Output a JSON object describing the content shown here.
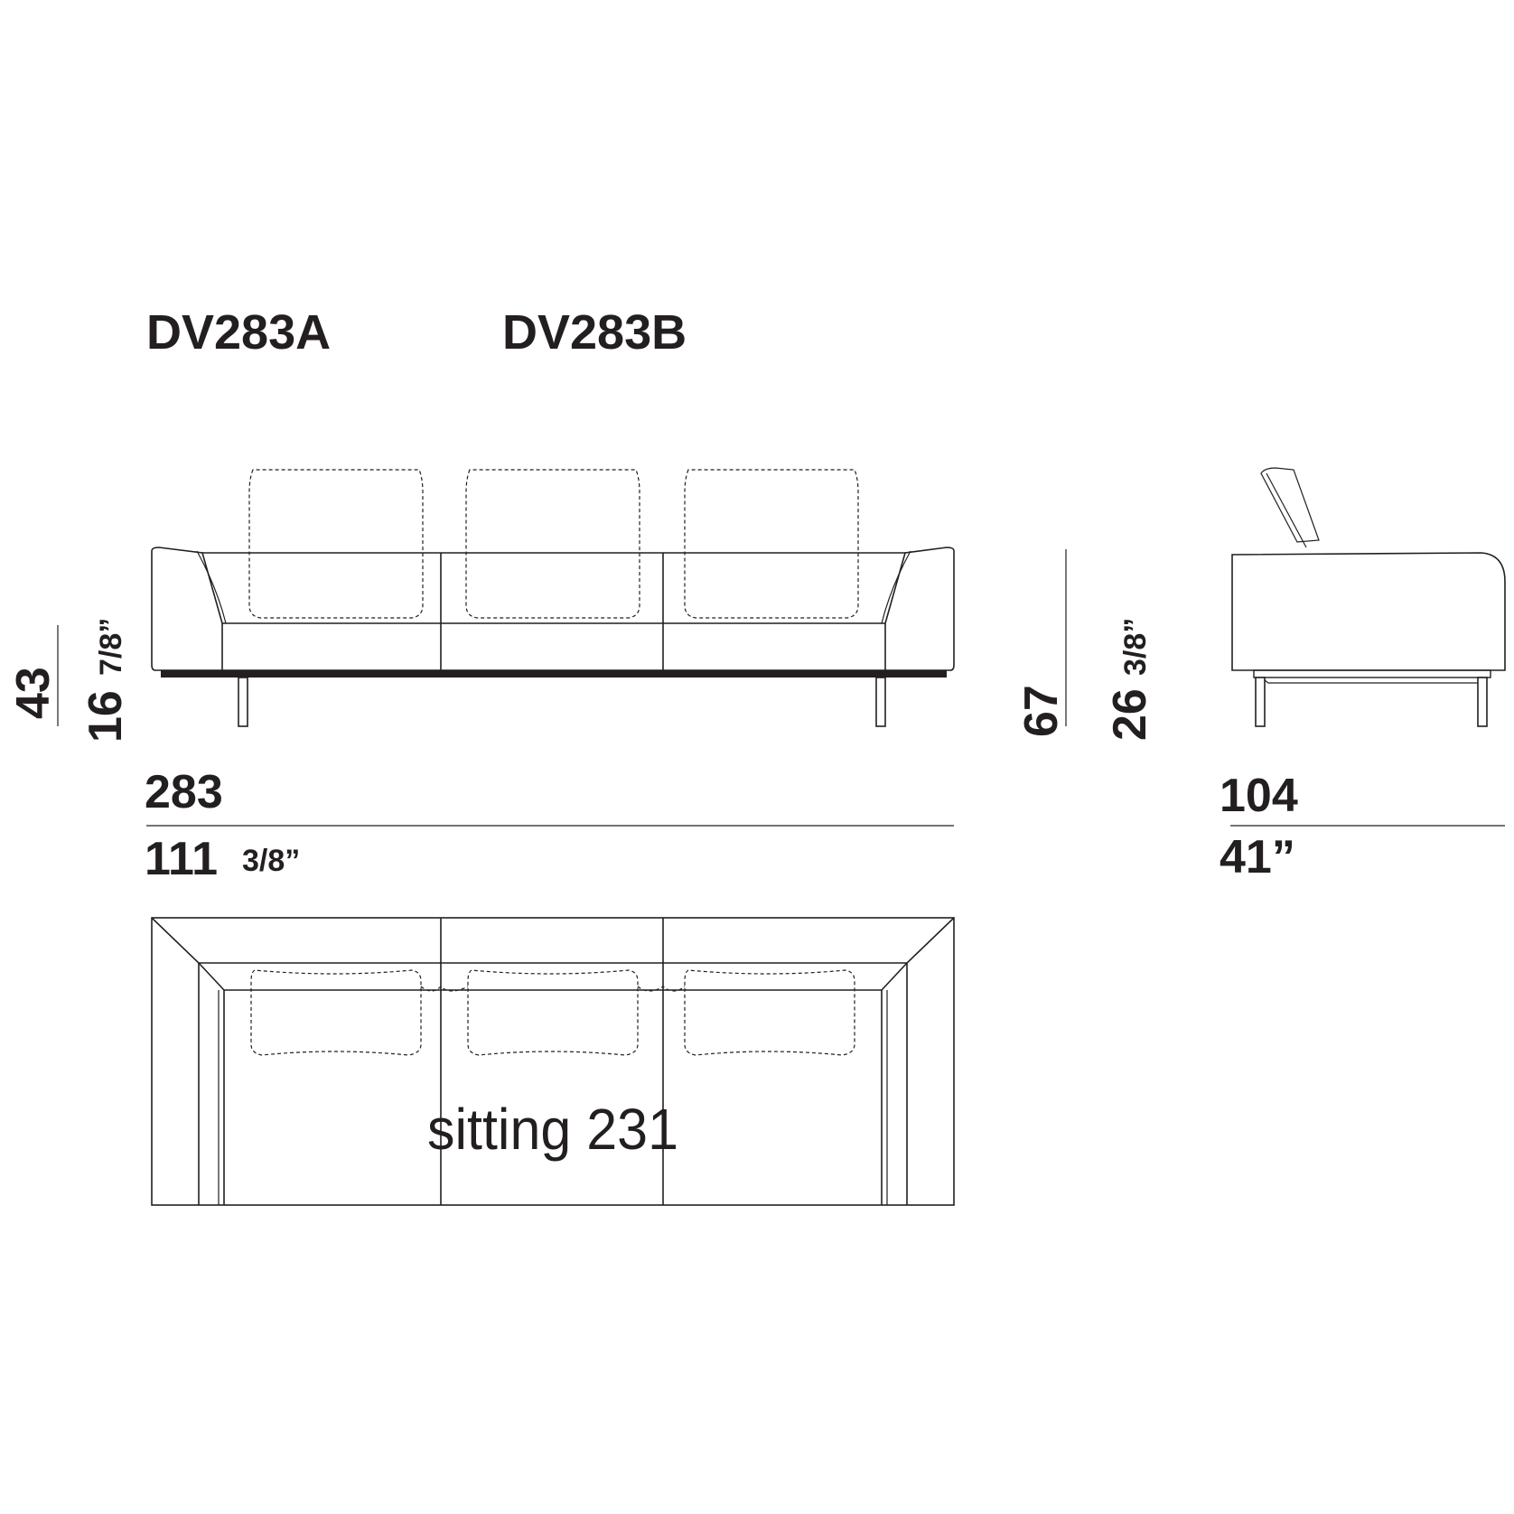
{
  "models": [
    "DV283A",
    "DV283B"
  ],
  "front_view": {
    "seat_height_cm": "43",
    "seat_height_in_whole": "16",
    "seat_height_in_frac": "7/8”",
    "width_cm": "283",
    "width_in_whole": "111",
    "width_in_frac": "3/8”"
  },
  "side_view": {
    "height_cm": "67",
    "height_in_whole": "26",
    "height_in_frac": "3/8”",
    "depth_cm": "104",
    "depth_in": "41”"
  },
  "top_view": {
    "sitting_label": "sitting 231"
  }
}
